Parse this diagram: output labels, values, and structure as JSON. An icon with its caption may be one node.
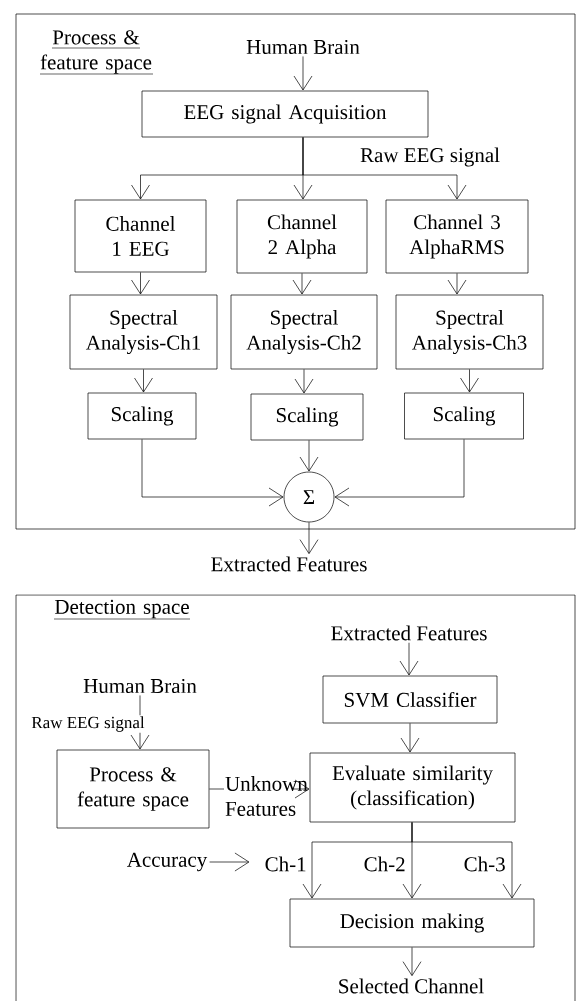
{
  "diagram": {
    "nodes": [
      {
        "text": [
          "Process & feature space"
        ]
      },
      {
        "text": [
          "Human Brain"
        ],
        "in": 0
      },
      {
        "text": [
          "EEG signal Acquisition"
        ],
        "in": 0
      },
      {
        "text": [
          "Channel 1 EEG"
        ],
        "in": 0
      },
      {
        "text": [
          "Channel 2 Alpha"
        ],
        "in": 0
      },
      {
        "text": [
          "Channel 3 AlphaRMS"
        ],
        "in": 0
      },
      {
        "text": [
          "Spectral Analysis-Ch1"
        ],
        "in": 0
      },
      {
        "text": [
          "Spectral Analysis-Ch2"
        ],
        "in": 0
      },
      {
        "text": [
          "Spectral Analysis-Ch3"
        ],
        "in": 0
      },
      {
        "text": [
          "Scaling"
        ],
        "in": 0
      },
      {
        "text": [
          "Scaling"
        ],
        "in": 0
      },
      {
        "text": [
          "Scaling"
        ],
        "in": 0
      },
      {
        "text": [
          "Σ"
        ],
        "in": 0
      },
      {
        "text": [
          "Extracted Features"
        ]
      },
      {
        "text": [
          "Detection space"
        ]
      },
      {
        "text": [
          "Extracted Features"
        ],
        "in": 14
      },
      {
        "text": [
          "SVM Classifier"
        ],
        "in": 14
      },
      {
        "text": [
          "Human Brain"
        ],
        "in": 14
      },
      {
        "text": [
          "Process & feature space"
        ],
        "in": 14
      },
      {
        "text": [
          "Evaluate similarity (classification)"
        ],
        "in": 14
      },
      {
        "text": [
          "Decision making"
        ],
        "in": 14
      },
      {
        "text": [
          "Selected Channel"
        ],
        "in": 14
      },
      {
        "text": [
          "Accuracy"
        ],
        "in": 14
      }
    ],
    "edges": [
      {
        "from": 1,
        "to": 2,
        "arrow": "to"
      },
      {
        "from": 2,
        "to": 3,
        "arrow": "to"
      },
      {
        "from": 2,
        "to": 4,
        "arrow": "to"
      },
      {
        "from": 2,
        "to": 5,
        "arrow": "to",
        "label": "Raw EEG signal"
      },
      {
        "from": 3,
        "to": 6,
        "arrow": "to"
      },
      {
        "from": 4,
        "to": 7,
        "arrow": "to"
      },
      {
        "from": 5,
        "to": 8,
        "arrow": "to"
      },
      {
        "from": 6,
        "to": 9,
        "arrow": "to"
      },
      {
        "from": 7,
        "to": 10,
        "arrow": "to"
      },
      {
        "from": 8,
        "to": 11,
        "arrow": "to"
      },
      {
        "from": 9,
        "to": 12,
        "arrow": "to"
      },
      {
        "from": 10,
        "to": 12,
        "arrow": "to"
      },
      {
        "from": 11,
        "to": 12,
        "arrow": "to"
      },
      {
        "from": 12,
        "to": 13,
        "arrow": "to"
      },
      {
        "from": 15,
        "to": 16,
        "arrow": "to"
      },
      {
        "from": 16,
        "to": 19,
        "arrow": "to"
      },
      {
        "from": 17,
        "to": 18,
        "arrow": "to",
        "label": "Raw EEG signal"
      },
      {
        "from": 18,
        "to": 19,
        "arrow": "to",
        "label": "Unknown Features"
      },
      {
        "from": 19,
        "to": 20,
        "arrow": "to",
        "label": "Ch-1"
      },
      {
        "from": 19,
        "to": 20,
        "arrow": "to",
        "label": "Ch-2"
      },
      {
        "from": 19,
        "to": 20,
        "arrow": "to",
        "label": "Ch-3"
      },
      {
        "from": 20,
        "to": 21,
        "arrow": "to"
      },
      {
        "from": 22,
        "to": null,
        "arrow": "to"
      }
    ]
  }
}
